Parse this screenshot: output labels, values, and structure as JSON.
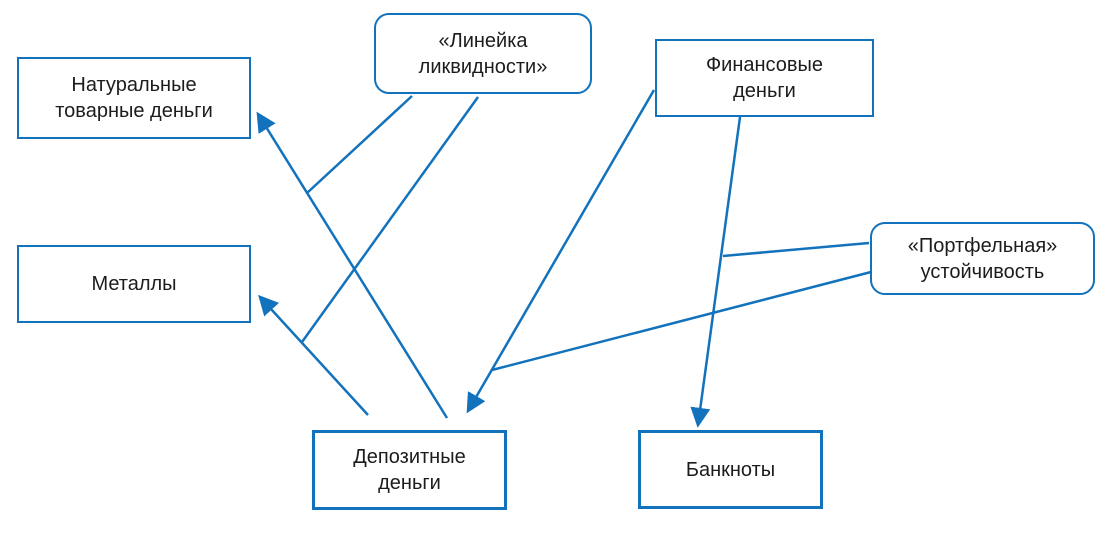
{
  "diagram": {
    "colors": {
      "accent": "#1272BC",
      "text": "#1C1C1C",
      "background": "#FFFFFF"
    },
    "nodes": {
      "liquidity_ruler": {
        "label": "«Линейка ликвидности»",
        "lines": [
          "«Линейка",
          "ликвидности»"
        ],
        "shape": "rounded"
      },
      "natural_commodity_money": {
        "label": "Натуральные товарные деньги",
        "lines": [
          "Натуральные",
          "товарные деньги"
        ],
        "shape": "rect"
      },
      "financial_money": {
        "label": "Финансовые деньги",
        "lines": [
          "Финансовые",
          "деньги"
        ],
        "shape": "rect"
      },
      "portfolio_stability": {
        "label": "«Портфельная» устойчивость",
        "lines": [
          "«Портфельная»",
          "устойчивость"
        ],
        "shape": "rounded"
      },
      "metals": {
        "label": "Металлы",
        "lines": [
          "Металлы"
        ],
        "shape": "rect"
      },
      "deposit_money": {
        "label": "Депозитные деньги",
        "lines": [
          "Депозитные",
          "деньги"
        ],
        "shape": "rect-bold"
      },
      "banknotes": {
        "label": "Банкноты",
        "lines": [
          "Банкноты"
        ],
        "shape": "rect-bold"
      }
    },
    "edges": [
      {
        "from": "deposit_money",
        "to": "natural_commodity_money",
        "type": "arrow"
      },
      {
        "from": "deposit_money",
        "to": "metals",
        "type": "arrow"
      },
      {
        "from": "financial_money",
        "to": "deposit_money",
        "type": "arrow"
      },
      {
        "from": "financial_money",
        "to": "banknotes",
        "type": "arrow"
      },
      {
        "from": "liquidity_ruler",
        "to": "arrow:deposit_money->natural_commodity_money",
        "type": "label-connector"
      },
      {
        "from": "liquidity_ruler",
        "to": "arrow:deposit_money->metals",
        "type": "label-connector"
      },
      {
        "from": "portfolio_stability",
        "to": "arrow:financial_money->banknotes",
        "type": "label-connector"
      },
      {
        "from": "portfolio_stability",
        "to": "arrow:financial_money->deposit_money",
        "type": "label-connector"
      }
    ]
  }
}
